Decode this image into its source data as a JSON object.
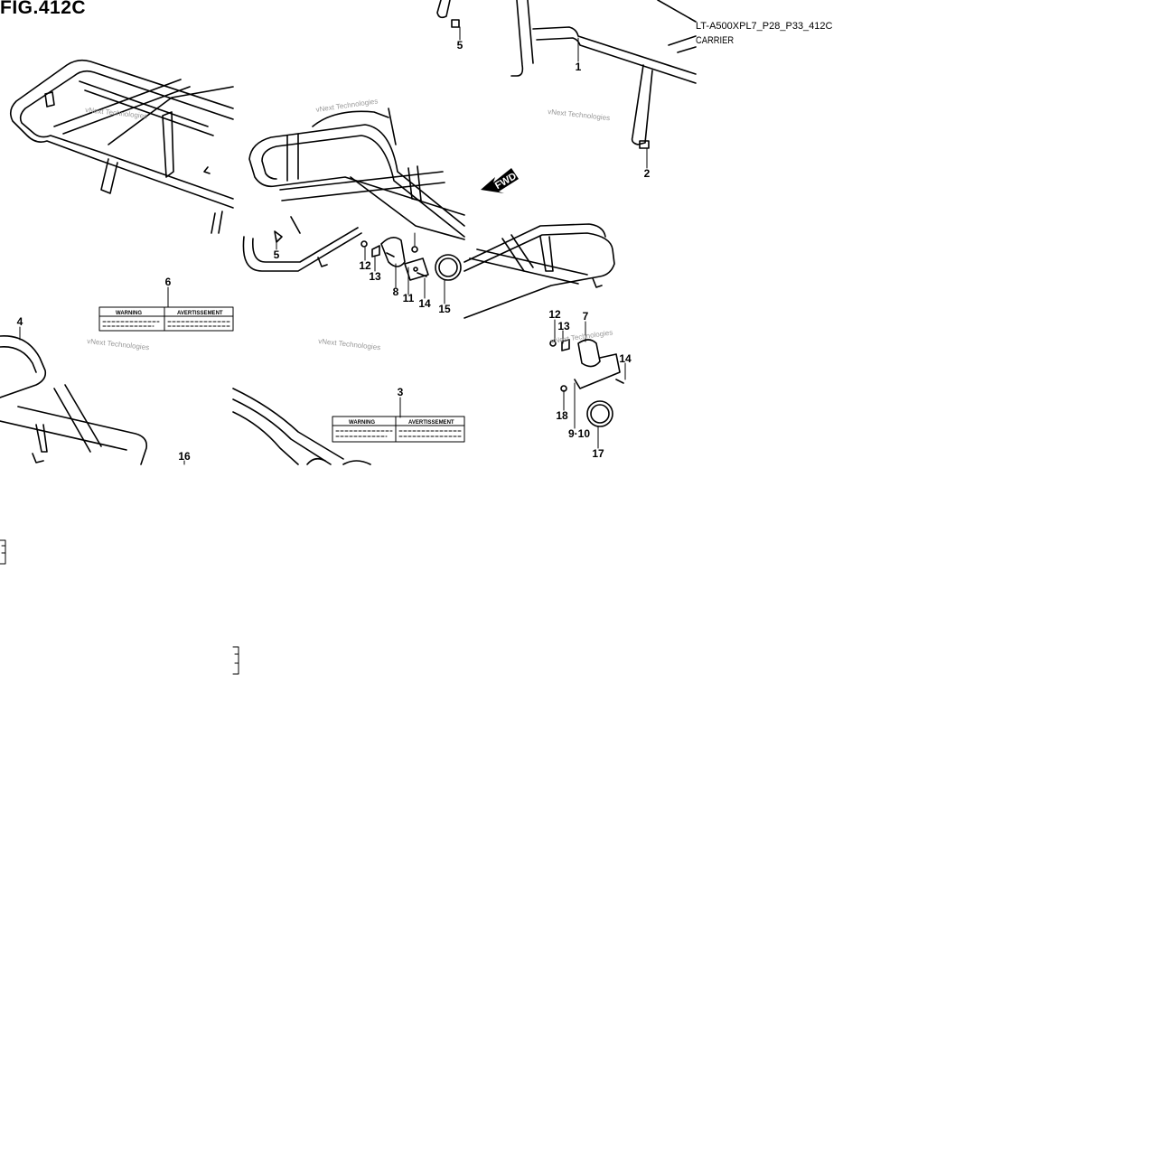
{
  "header": {
    "fig_title": "FIG.412C",
    "diagram_code": "LT-A500XPL7_P28_P33_412C",
    "diagram_name": "CARRIER"
  },
  "watermark": "vNext Technologies",
  "direction_label": "FWD",
  "warning_label": {
    "left_heading": "WARNING",
    "right_heading": "AVERTISSEMENT"
  },
  "callouts": [
    "1",
    "2",
    "3",
    "4",
    "5",
    "5",
    "6",
    "7",
    "8",
    "9·10",
    "11",
    "12",
    "12",
    "13",
    "13",
    "14",
    "14",
    "15",
    "16",
    "17",
    "18"
  ]
}
